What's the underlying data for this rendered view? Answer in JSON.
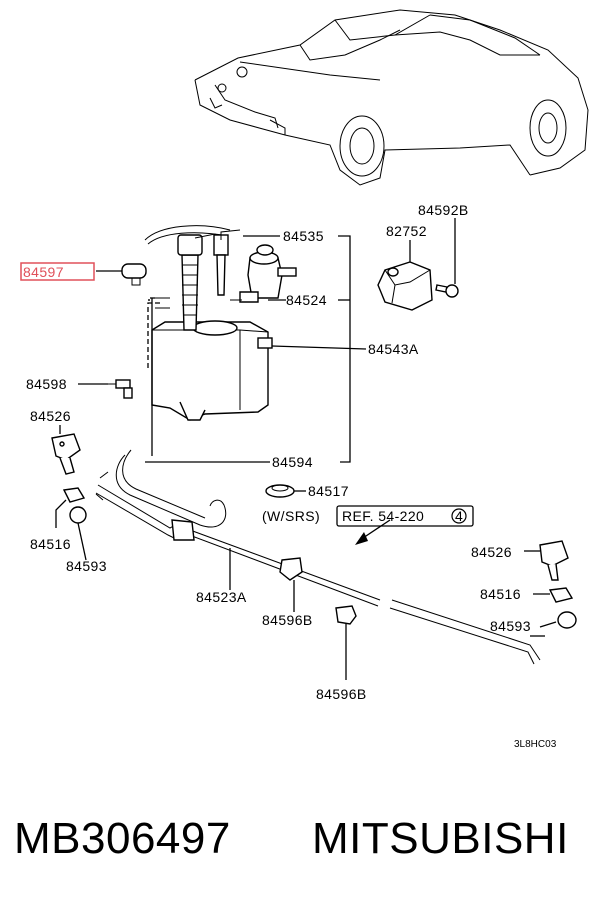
{
  "labels": {
    "p84535": "84535",
    "p84592b": "84592B",
    "p82752": "82752",
    "p84597": "84597",
    "p84524": "84524",
    "p84543a": "84543A",
    "p84598": "84598",
    "p84526_left": "84526",
    "p84594": "84594",
    "p84517": "84517",
    "ws_srs": "(W/SRS)",
    "ref": "REF. 54-220",
    "ref_num": "4",
    "p84516_left": "84516",
    "p84593_left": "84593",
    "p84523a": "84523A",
    "p84596b_1": "84596B",
    "p84526_right": "84526",
    "p84516_right": "84516",
    "p84593_right": "84593",
    "p84596b_2": "84596B",
    "diagram_code": "3L8HC03"
  },
  "footer": {
    "part_number": "MB306497",
    "brand": "MITSUBISHI"
  },
  "highlight_color": "#e0505a"
}
